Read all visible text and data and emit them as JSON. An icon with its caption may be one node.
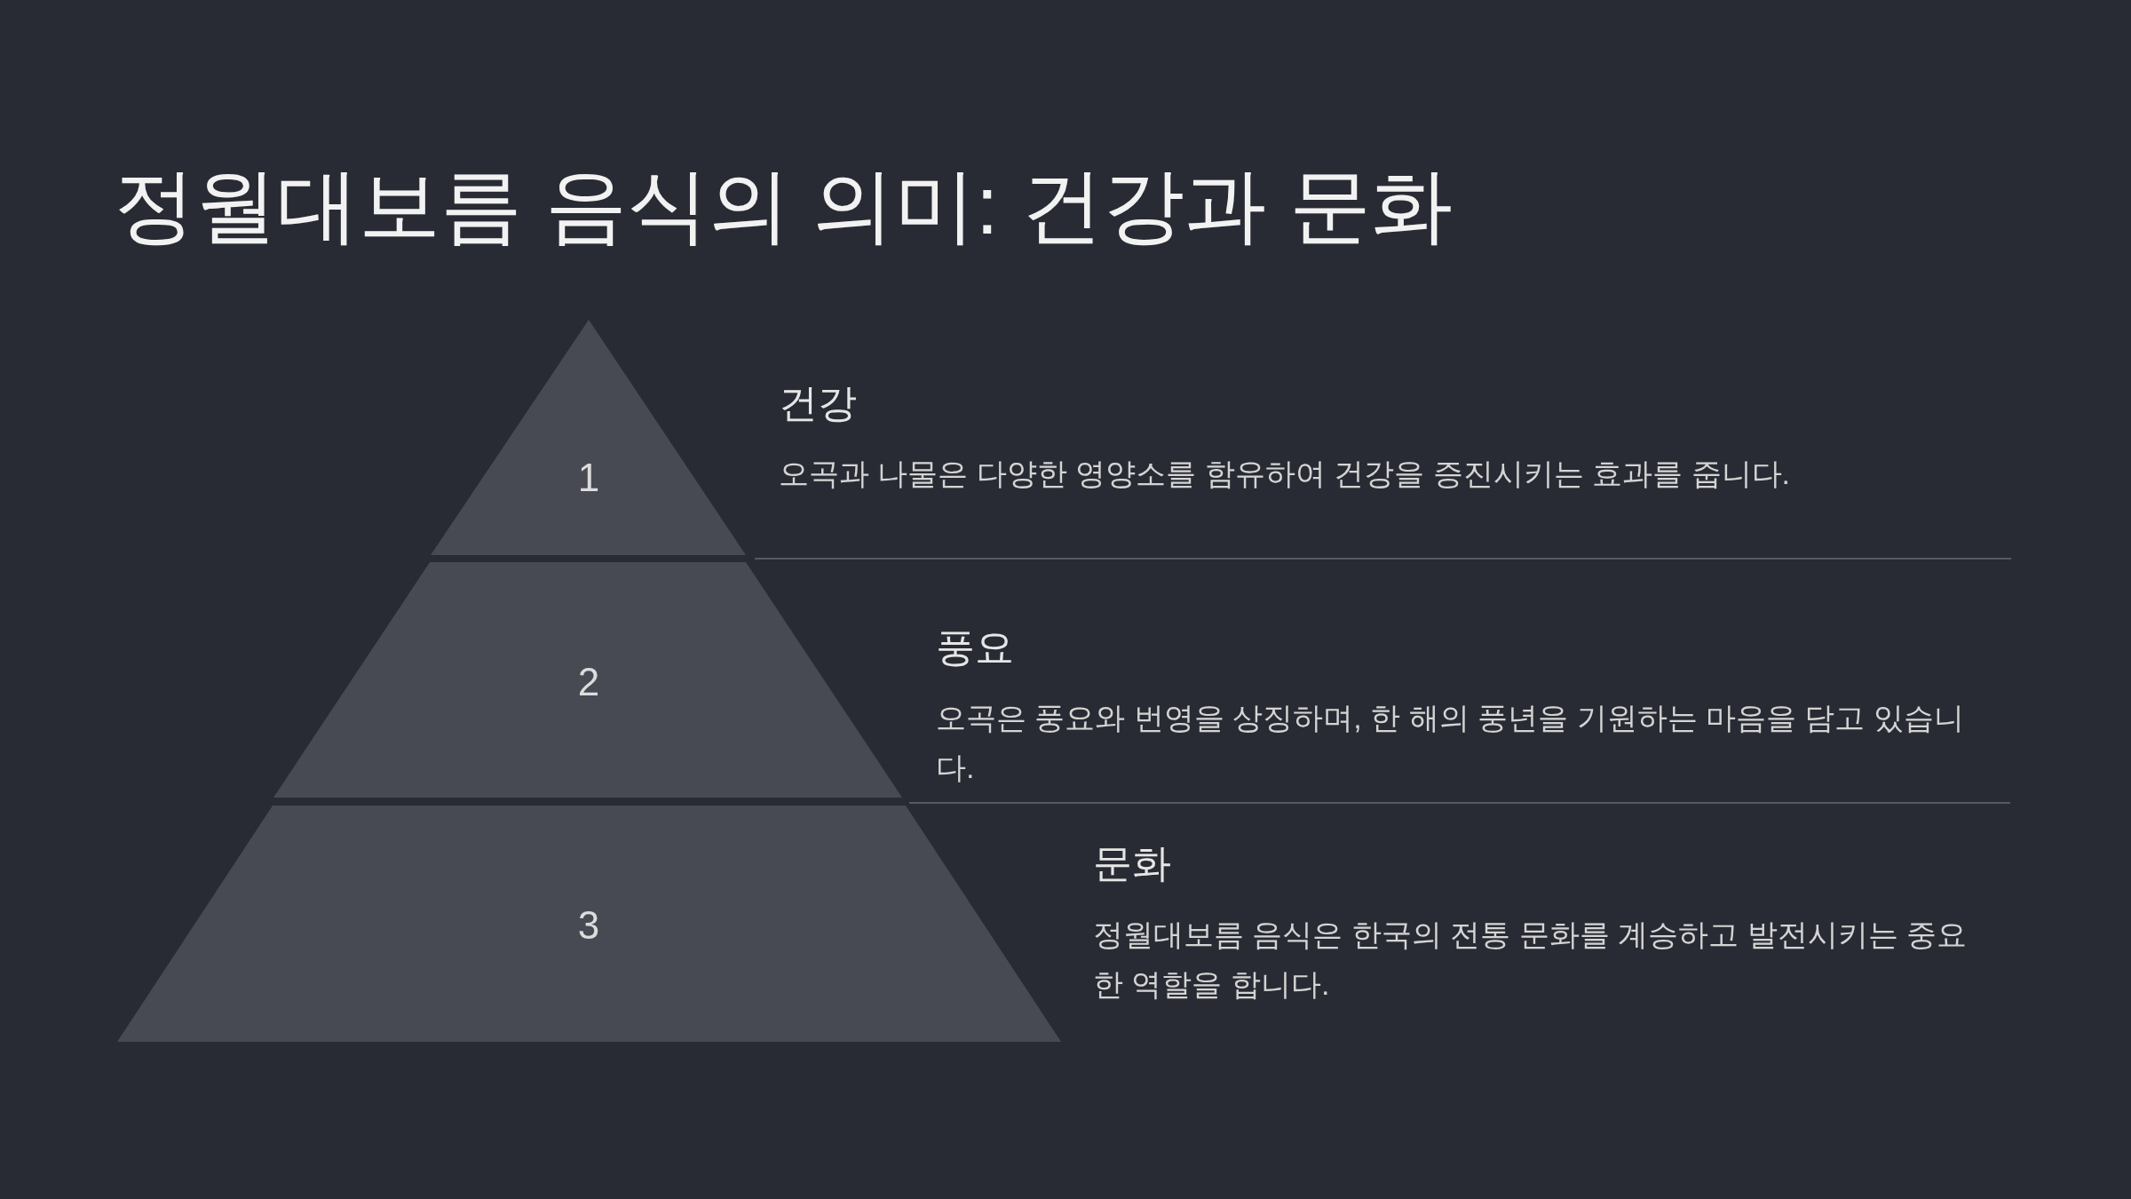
{
  "diagram": {
    "title": "정월대보름 음식의 의미: 건강과 문화",
    "nodes": [
      {
        "text": [
          "1"
        ],
        "beside": [
          "건강",
          "오곡과 나물은 다양한 영양소를 함유하여 건강을 증진시키는 효과를 줍니다."
        ]
      },
      {
        "text": [
          "2"
        ],
        "beside": [
          "풍요",
          "오곡은 풍요와 번영을 상징하며, 한 해의 풍년을 기원하는 마음을 담고 있습니다."
        ]
      },
      {
        "text": [
          "3"
        ],
        "beside": [
          "문화",
          "정월대보름 음식은 한국의 전통 문화를 계승하고 발전시키는 중요한 역할을 합니다."
        ]
      }
    ],
    "edges": []
  }
}
